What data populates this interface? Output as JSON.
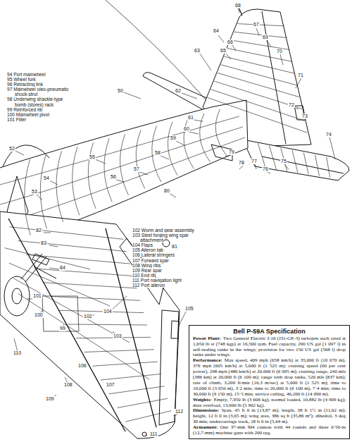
{
  "diagram": {
    "nodes": [
      {
        "text": [
          "Bell P-59A Specification",
          "Power Plant:",
          "Two General Electric I-16 (J31-GE-3) turbojets each rated at 1,650 lb st (748 kgp) at 16,500 rpm. Fuel capacity, 290 US gal (1 097 l) in self-sealing tanks in the wings; provision for two 150 US gal (568 l) drop tanks under wings.",
          "Performance:",
          "Max speed, 409 mph (658 km/h) at 35,000 ft (10 670 m), 376 mph (605 km/h) at 5,000 ft (1 525 m); cruising speed (60 per cent power), 298 mph (480 km/h) at 20,000 ft (6 095 m); cruising range, 240 mls (386 km) at 20,000 ft (6 100 m); range with drop tanks, 520 mls (837 km); rate of climb, 3,200 ft/min (16,3 m/sec) at 5,000 ft (1 525 m); time to 10,000 ft (3 050 m), 3·2 min; time to 20,000 ft (6 100 m), 7·4 min; time to 30,000 ft (9 150 m), 15·5 min; service ceiling, 46,200 ft (14 090 m).",
          "Weights:",
          "Empty, 7,950 lb (3 606 kg); normal loaded, 10,882 lb (4 909 kg); max overload, 13,000 lb (5 902 kg).",
          "Dimensions:",
          "Span, 45 ft 6 in (13,87 m); length, 38 ft 1½ in (11,62 m); height, 12 ft 0 in (3,65 m); wing area, 386 sq ft (35,86 m²); dihedral, 3 deg 30 min; undercarriage track, 18 ft 6 in (5,64 m).",
          "Armament:",
          "One 37-mm M4 cannon with 44 rounds and three 0·50-in (12,7-mm) machine guns with 200 rpg."
        ]
      }
    ],
    "labels": [
      "94 Port mainwheel",
      "95 Wheel fork",
      "96 Retracting link",
      "97 Mainwheel oleo-pneumatic shock-strut",
      "98 Underwing shackle-type bomb (stores) rack",
      "99 Reinforced rib",
      "100 Mainwheel pivot",
      "101 Filler",
      "102 Worm and gear assembly",
      "103 Steel forging wing spar attachment",
      "104 Flaps",
      "105 Aileron tab",
      "106 Lateral stringers",
      "107 Forward spar",
      "108 Wing ribs",
      "109 Rear spar",
      "110 End rib",
      "111 Port navigation light",
      "112 Port aileron",
      "68",
      "67",
      "64",
      "69",
      "66",
      "65",
      "63",
      "70",
      "71",
      "62",
      "50",
      "72",
      "61",
      "73",
      "60",
      "59",
      "58",
      "79",
      "55",
      "52",
      "78",
      "77",
      "76",
      "75",
      "74",
      "57",
      "56",
      "54",
      "53",
      "80",
      "82",
      "83",
      "81",
      "84",
      "101",
      "100",
      "99",
      "102",
      "104",
      "103",
      "105",
      "106",
      "107",
      "108",
      "109",
      "110",
      "111",
      "112"
    ]
  }
}
